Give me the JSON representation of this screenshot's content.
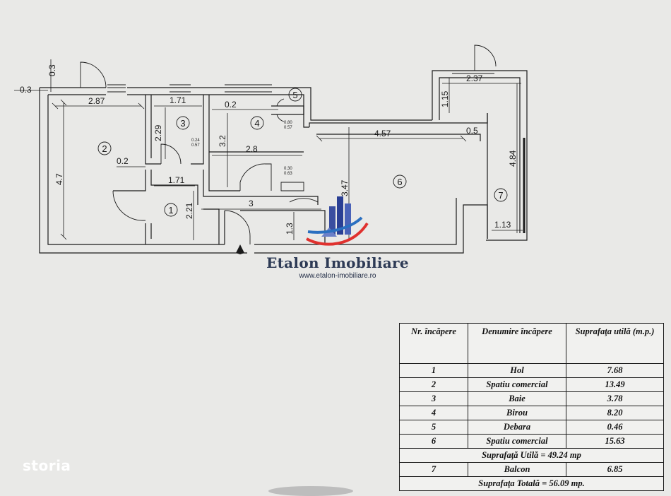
{
  "plan": {
    "dimensions": {
      "d_0_3_top": "0.3",
      "d_0_3_left": "0.3",
      "d_2_87": "2.87",
      "d_4_7": "4.7",
      "d_0_2_a": "0.2",
      "d_1_71_top": "1.71",
      "d_2_29": "2.29",
      "d_0_24": "0.24",
      "d_0_57_a": "0.57",
      "d_1_71_mid": "1.71",
      "d_2_21": "2.21",
      "d_0_2_b": "0.2",
      "d_3_2": "3.2",
      "d_2_8": "2.8",
      "d_0_80": "0.80",
      "d_0_57_b": "0.57",
      "d_0_30": "0.30",
      "d_0_63": "0.63",
      "d_3": "3",
      "d_1_3": "1.3",
      "d_4_57": "4.57",
      "d_0_5": "0.5",
      "d_3_47": "3.47",
      "d_2_37": "2.37",
      "d_1_15": "1.15",
      "d_4_84": "4.84",
      "d_1_13": "1.13"
    },
    "room_numbers": [
      "1",
      "2",
      "3",
      "4",
      "5",
      "6",
      "7"
    ]
  },
  "logo": {
    "name": "Etalon Imobiliare",
    "url": "www.etalon-imobiliare.ro"
  },
  "table": {
    "headers": [
      "Nr. încăpere",
      "Denumire încăpere",
      "Suprafaţa utilă (m.p.)"
    ],
    "rows": [
      {
        "nr": "1",
        "name": "Hol",
        "area": "7.68"
      },
      {
        "nr": "2",
        "name": "Spatiu comercial",
        "area": "13.49"
      },
      {
        "nr": "3",
        "name": "Baie",
        "area": "3.78"
      },
      {
        "nr": "4",
        "name": "Birou",
        "area": "8.20"
      },
      {
        "nr": "5",
        "name": "Debara",
        "area": "0.46"
      },
      {
        "nr": "6",
        "name": "Spatiu comercial",
        "area": "15.63"
      }
    ],
    "useful_total": "Suprafaţă Utilă = 49.24 mp",
    "balcony_row": {
      "nr": "7",
      "name": "Balcon",
      "area": "6.85"
    },
    "grand_total": "Suprafaţa Totală = 56.09 mp."
  },
  "watermark": "storia"
}
